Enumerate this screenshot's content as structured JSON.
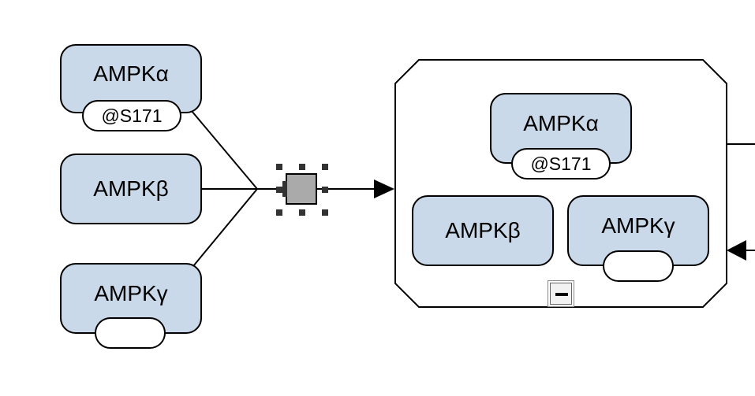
{
  "diagram": {
    "nodes": {
      "ampk_alpha": {
        "label": "AMPKα",
        "state": "@S171"
      },
      "ampk_beta": {
        "label": "AMPKβ"
      },
      "ampk_gamma": {
        "label": "AMPKγ",
        "state": ""
      },
      "complex": {
        "members": {
          "alpha": {
            "label": "AMPKα",
            "state": "@S171"
          },
          "beta": {
            "label": "AMPKβ"
          },
          "gamma": {
            "label": "AMPKγ",
            "state": ""
          }
        }
      }
    },
    "edges": [
      {
        "from": "ampk_alpha",
        "to": "association"
      },
      {
        "from": "ampk_beta",
        "to": "association"
      },
      {
        "from": "ampk_gamma",
        "to": "association"
      },
      {
        "from": "process",
        "to": "complex",
        "arrow": "filled-triangle"
      }
    ],
    "colors": {
      "node_fill": "#c9d9ea",
      "state_fill": "#ffffff",
      "process_fill": "#aaaaaa",
      "stroke": "#000000"
    },
    "icons": [
      "collapse-minus-icon",
      "selection-handle"
    ]
  }
}
